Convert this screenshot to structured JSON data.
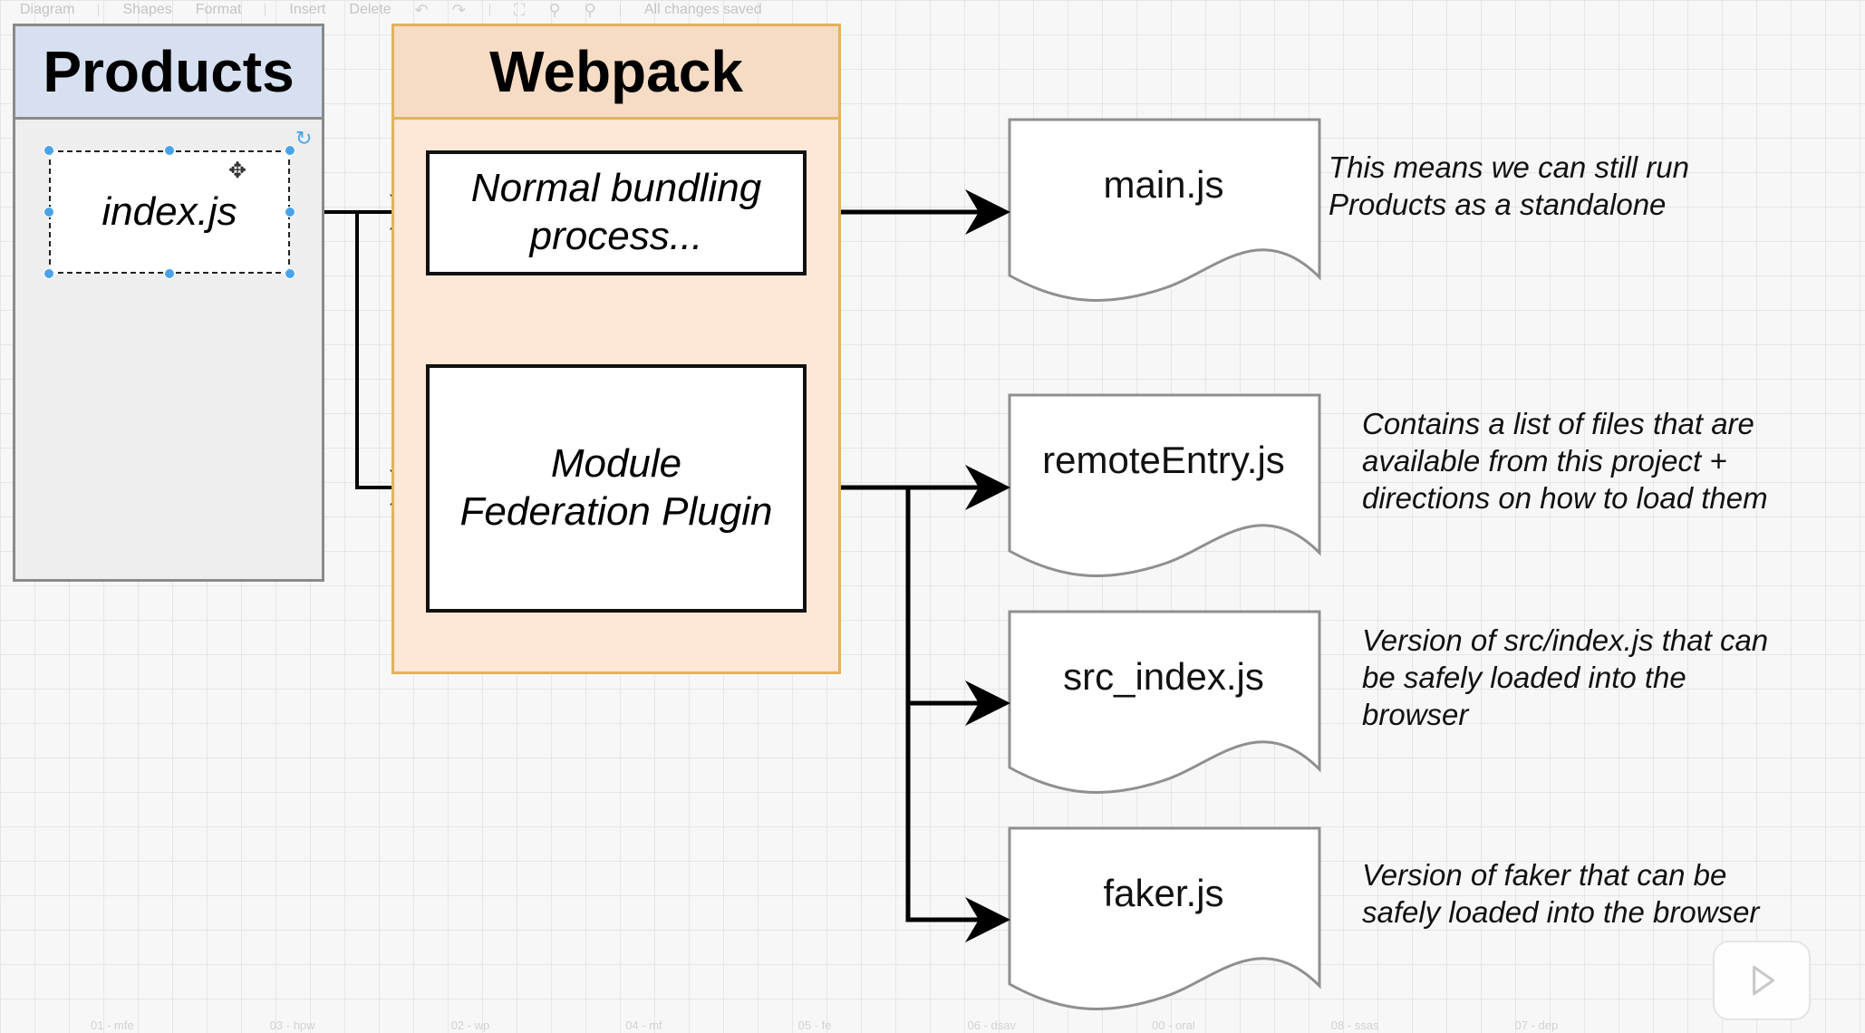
{
  "toolbar": {
    "items": [
      "Diagram",
      "Shapes",
      "Format",
      "Insert",
      "Delete"
    ],
    "status": "All changes saved"
  },
  "status_bar": {
    "tabs": [
      "01 - mfe",
      "03 - hpw",
      "02 - wp",
      "04 - mf",
      "05 - fe",
      "06 - dsav",
      "00 - oral",
      "08 - ssas",
      "07 - dep"
    ]
  },
  "lanes": {
    "products": {
      "title": "Products"
    },
    "webpack": {
      "title": "Webpack"
    }
  },
  "boxes": {
    "index": "index.js",
    "normal_line1": "Normal bundling",
    "normal_line2": "process...",
    "mfp_line1": "Module",
    "mfp_line2": "Federation Plugin"
  },
  "outputs": [
    {
      "file": "main.js",
      "note_lines": [
        "This means we can still run",
        "Products as a standalone"
      ]
    },
    {
      "file": "remoteEntry.js",
      "note_lines": [
        "Contains a list of files that are",
        "available from this project +",
        "directions on how to load them"
      ]
    },
    {
      "file": "src_index.js",
      "note_lines": [
        "Version of src/index.js that can",
        "be safely loaded into the",
        "browser"
      ]
    },
    {
      "file": "faker.js",
      "note_lines": [
        "Version of faker that can be",
        "safely loaded into the browser"
      ]
    }
  ],
  "overlay": {
    "play_icon": "play-icon"
  }
}
